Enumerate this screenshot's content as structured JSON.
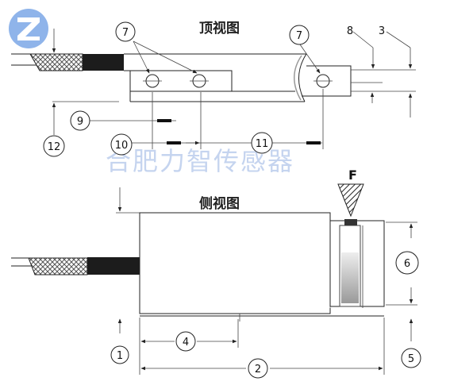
{
  "titles": {
    "top_view": "顶视图",
    "side_view": "侧视图"
  },
  "watermark": "合肥力智传感器",
  "force_label": "F",
  "callouts": {
    "c1": "1",
    "c2": "2",
    "c3": "3",
    "c4": "4",
    "c5": "5",
    "c6": "6",
    "c7a": "7",
    "c7b": "7",
    "c8": "8",
    "c9": "9",
    "c10": "10",
    "c11": "11",
    "c12": "12"
  },
  "colors": {
    "logo": "#8fb4ea",
    "watermark": "#c5d4ef",
    "line": "#222222"
  },
  "icons": {
    "logo": "z-logo-icon"
  }
}
